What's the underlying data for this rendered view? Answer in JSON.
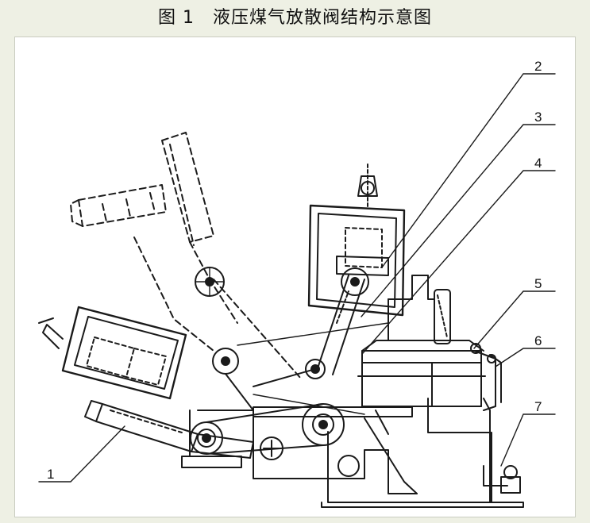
{
  "figure": {
    "title": "图 1　液压煤气放散阀结构示意图"
  },
  "callouts": [
    {
      "id": "1",
      "label": "1"
    },
    {
      "id": "2",
      "label": "2"
    },
    {
      "id": "3",
      "label": "3"
    },
    {
      "id": "4",
      "label": "4"
    },
    {
      "id": "5",
      "label": "5"
    },
    {
      "id": "6",
      "label": "6"
    },
    {
      "id": "7",
      "label": "7"
    }
  ],
  "colors": {
    "line": "#1a1a1a",
    "paper": "#ffffff",
    "frame": "#eef0e4"
  }
}
